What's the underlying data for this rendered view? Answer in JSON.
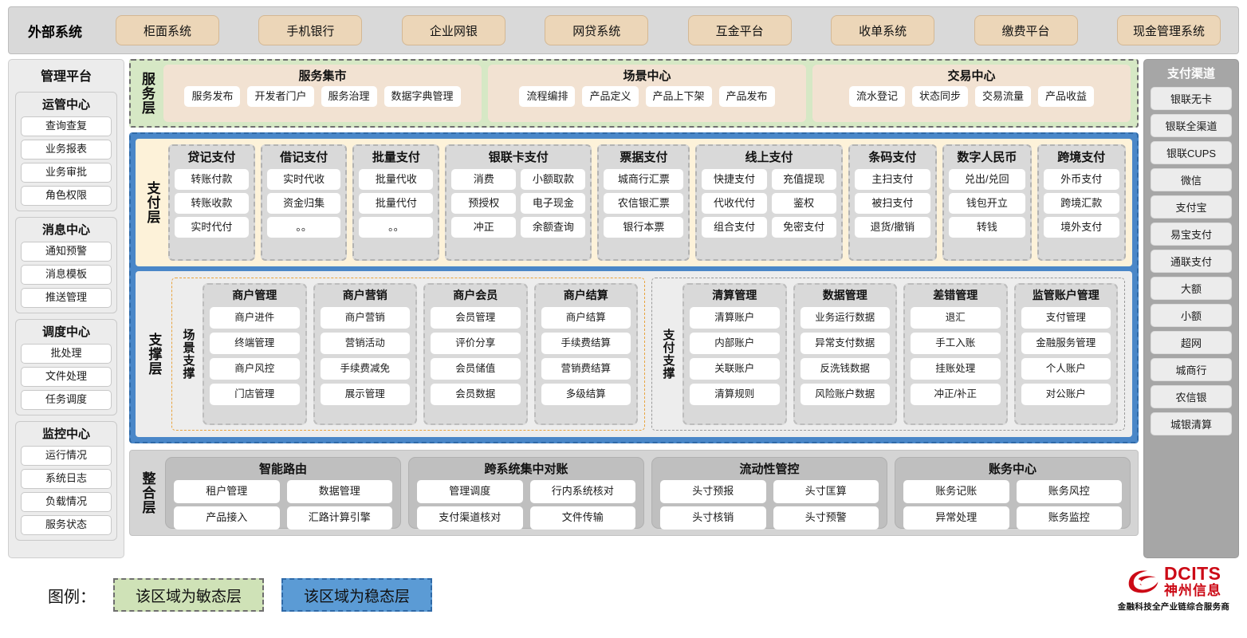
{
  "external_systems": {
    "title": "外部系统",
    "items": [
      "柜面系统",
      "手机银行",
      "企业网银",
      "网贷系统",
      "互金平台",
      "收单系统",
      "缴费平台",
      "现金管理系统"
    ]
  },
  "management_platform": {
    "title": "管理平台",
    "groups": [
      {
        "title": "运管中心",
        "items": [
          "查询查复",
          "业务报表",
          "业务审批",
          "角色权限"
        ]
      },
      {
        "title": "消息中心",
        "items": [
          "通知预警",
          "消息模板",
          "推送管理"
        ]
      },
      {
        "title": "调度中心",
        "items": [
          "批处理",
          "文件处理",
          "任务调度"
        ]
      },
      {
        "title": "监控中心",
        "items": [
          "运行情况",
          "系统日志",
          "负载情况",
          "服务状态"
        ]
      }
    ]
  },
  "payment_channels": {
    "title": "支付渠道",
    "items": [
      "银联无卡",
      "银联全渠道",
      "银联CUPS",
      "微信",
      "支付宝",
      "易宝支付",
      "通联支付",
      "大额",
      "小额",
      "超网",
      "城商行",
      "农信银",
      "城银清算"
    ]
  },
  "service_layer": {
    "label": "服务层",
    "groups": [
      {
        "title": "服务集市",
        "items": [
          "服务发布",
          "开发者门户",
          "服务治理",
          "数据字典管理"
        ]
      },
      {
        "title": "场景中心",
        "items": [
          "流程编排",
          "产品定义",
          "产品上下架",
          "产品发布"
        ]
      },
      {
        "title": "交易中心",
        "items": [
          "流水登记",
          "状态同步",
          "交易流量",
          "产品收益"
        ]
      }
    ]
  },
  "payment_layer": {
    "label": "支付层",
    "groups": [
      {
        "title": "贷记支付",
        "cols": 1,
        "items": [
          "转账付款",
          "转账收款",
          "实时代付"
        ]
      },
      {
        "title": "借记支付",
        "cols": 1,
        "items": [
          "实时代收",
          "资金归集",
          "。。"
        ]
      },
      {
        "title": "批量支付",
        "cols": 1,
        "items": [
          "批量代收",
          "批量代付",
          "。。"
        ]
      },
      {
        "title": "银联卡支付",
        "cols": 2,
        "items": [
          "消费",
          "小额取款",
          "预授权",
          "电子现金",
          "冲正",
          "余额查询"
        ]
      },
      {
        "title": "票据支付",
        "cols": 1,
        "items": [
          "城商行汇票",
          "农信银汇票",
          "银行本票"
        ]
      },
      {
        "title": "线上支付",
        "cols": 2,
        "items": [
          "快捷支付",
          "充值提现",
          "代收代付",
          "鉴权",
          "组合支付",
          "免密支付"
        ]
      },
      {
        "title": "条码支付",
        "cols": 1,
        "items": [
          "主扫支付",
          "被扫支付",
          "退货/撤销"
        ]
      },
      {
        "title": "数字人民币",
        "cols": 1,
        "items": [
          "兑出/兑回",
          "钱包开立",
          "转钱"
        ]
      },
      {
        "title": "跨境支付",
        "cols": 1,
        "items": [
          "外币支付",
          "跨境汇款",
          "境外支付"
        ]
      }
    ]
  },
  "support_layer": {
    "label": "支撑层",
    "scene": {
      "label": "场景支撑",
      "groups": [
        {
          "title": "商户管理",
          "items": [
            "商户进件",
            "终端管理",
            "商户风控",
            "门店管理"
          ]
        },
        {
          "title": "商户营销",
          "items": [
            "商户营销",
            "营销活动",
            "手续费减免",
            "展示管理"
          ]
        },
        {
          "title": "商户会员",
          "items": [
            "会员管理",
            "评价分享",
            "会员储值",
            "会员数据"
          ]
        },
        {
          "title": "商户结算",
          "items": [
            "商户结算",
            "手续费结算",
            "营销费结算",
            "多级结算"
          ]
        }
      ]
    },
    "paysup": {
      "label": "支付支撑",
      "groups": [
        {
          "title": "清算管理",
          "items": [
            "清算账户",
            "内部账户",
            "关联账户",
            "清算规则"
          ]
        },
        {
          "title": "数据管理",
          "items": [
            "业务运行数据",
            "异常支付数据",
            "反洗钱数据",
            "风险账户数据"
          ]
        },
        {
          "title": "差错管理",
          "items": [
            "退汇",
            "手工入账",
            "挂账处理",
            "冲正/补正"
          ]
        },
        {
          "title": "监管账户管理",
          "items": [
            "支付管理",
            "金融服务管理",
            "个人账户",
            "对公账户"
          ]
        }
      ]
    }
  },
  "integration_layer": {
    "label": "整合层",
    "groups": [
      {
        "title": "智能路由",
        "items": [
          "租户管理",
          "数据管理",
          "产品接入",
          "汇路计算引擎"
        ]
      },
      {
        "title": "跨系统集中对账",
        "items": [
          "管理调度",
          "行内系统核对",
          "支付渠道核对",
          "文件传输"
        ]
      },
      {
        "title": "流动性管控",
        "items": [
          "头寸预报",
          "头寸匡算",
          "头寸核销",
          "头寸预警"
        ]
      },
      {
        "title": "账务中心",
        "items": [
          "账务记账",
          "账务风控",
          "异常处理",
          "账务监控"
        ]
      }
    ]
  },
  "legend": {
    "label": "图例：",
    "agile": "该区域为敏态层",
    "stable": "该区域为稳态层",
    "agile_color": "#cfe2b7",
    "stable_color": "#5b9bd5"
  },
  "logo": {
    "en": "DCITS",
    "cn": "神州信息",
    "tagline": "金融科技全产业链综合服务商",
    "color": "#cc0a16"
  }
}
